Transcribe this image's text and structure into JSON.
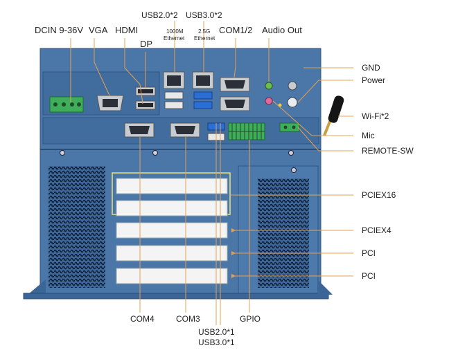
{
  "labels": {
    "top": {
      "dcin": "DCIN 9-36V",
      "vga": "VGA",
      "hdmi": "HDMI",
      "dp": "DP",
      "usb20x2": "USB2.0*2",
      "usb30x2": "USB3.0*2",
      "eth1000_a": "1000M",
      "eth1000_b": "Ethernet",
      "eth25_a": "2.5G",
      "eth25_b": "Ethernet",
      "com12": "COM1/2",
      "audio_out": "Audio Out"
    },
    "right": {
      "gnd": "GND",
      "power": "Power",
      "wifi": "Wi-Fi*2",
      "mic": "Mic",
      "remote_sw": "REMOTE-SW",
      "pciex16": "PCIEX16",
      "pciex4": "PCIEX4",
      "pci_1": "PCI",
      "pci_2": "PCI"
    },
    "bottom": {
      "com4": "COM4",
      "com3": "COM3",
      "usb20x1": "USB2.0*1",
      "usb30x1": "USB3.0*1",
      "gpio": "GPIO"
    }
  },
  "colors": {
    "chassis": "#4a76a8",
    "chassis_dark": "#2f5583",
    "leader": "#e8a050",
    "highlight": "#f0e080",
    "slot": "#f4f4f4",
    "terminal_green": "#3fae5a",
    "usb3_blue": "#2a6fd6"
  }
}
